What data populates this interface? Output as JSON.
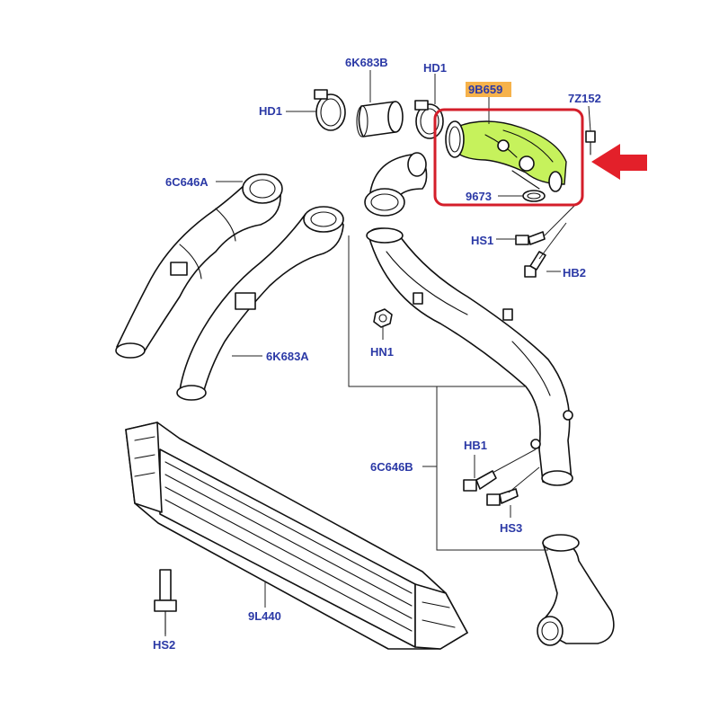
{
  "diagram": {
    "highlight_color": "#c6f25c",
    "callout_color": "#d41e2a",
    "label_color": "#2b39a6",
    "highlighted_part_tag_color": "#f6b24b",
    "labels": {
      "hd1_left": "HD1",
      "p6k683b": "6K683B",
      "hd1_top": "HD1",
      "p9b659": "9B659",
      "p7z152": "7Z152",
      "p6c646a": "6C646A",
      "p9673": "9673",
      "hs1": "HS1",
      "hb2": "HB2",
      "hn1": "HN1",
      "p6k683a": "6K683A",
      "hb1": "HB1",
      "p6c646b": "6C646B",
      "hs3": "HS3",
      "hs2": "HS2",
      "p9l440": "9L440"
    }
  }
}
